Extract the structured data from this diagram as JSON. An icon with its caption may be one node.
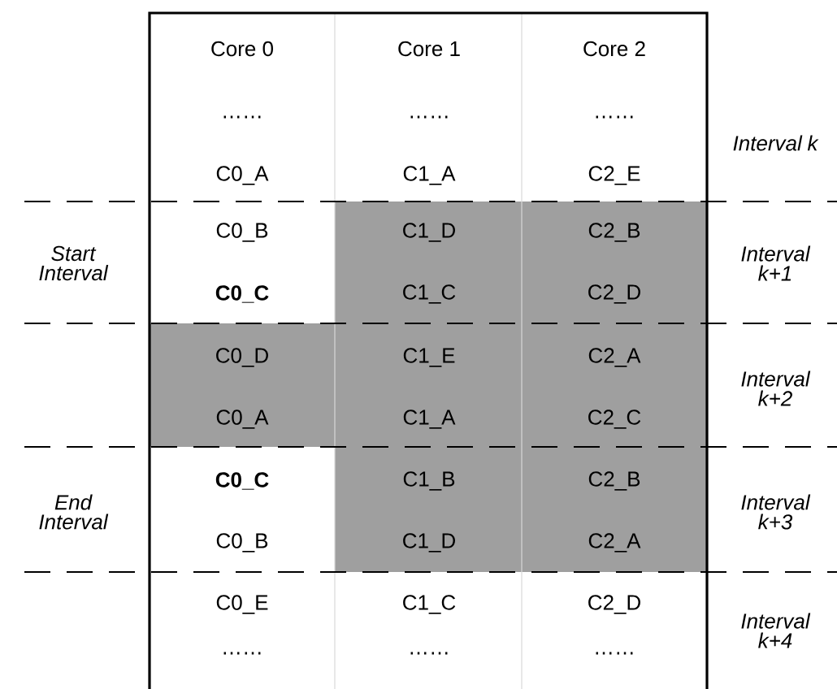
{
  "diagram": {
    "labels": [
      "Core 0",
      "Core 1",
      "Core 2",
      "……",
      "……",
      "……",
      "Interval k",
      "C0_A",
      "C1_A",
      "C2_E",
      "Start Interval",
      "C0_B",
      "C1_D",
      "C2_B",
      "Interval k+1",
      "C0_C",
      "C1_C",
      "C2_D",
      "C0_D",
      "C1_E",
      "C2_A",
      "Interval k+2",
      "C0_A",
      "C1_A",
      "C2_C",
      "End Interval",
      "C0_C",
      "C1_B",
      "C2_B",
      "Interval k+3",
      "C0_B",
      "C1_D",
      "C2_A",
      "C0_E",
      "C1_C",
      "C2_D",
      "Interval k+4",
      "……",
      "……",
      "……"
    ]
  }
}
